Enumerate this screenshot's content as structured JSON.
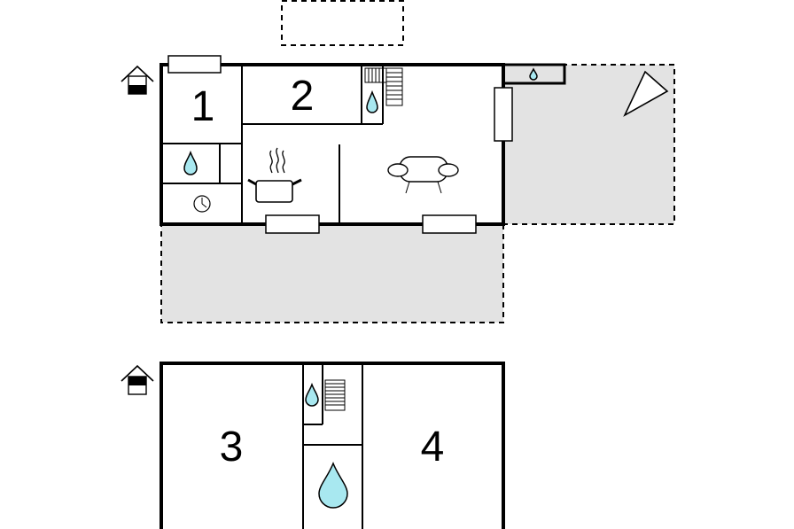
{
  "rooms": {
    "room_1": "1",
    "room_2": "2",
    "room_3": "3",
    "room_4": "4"
  },
  "icons": {
    "floor_marker": "house-floor-icon",
    "water": "water-drop-icon",
    "clock": "clock-icon",
    "stove": "cooking-pot-icon",
    "sofa": "sofa-icon",
    "stairs": "stairs-icon",
    "terrace": "terrace-icon"
  },
  "colors": {
    "terrace_fill": "#e3e3e3",
    "water_fill": "#a8e8f0",
    "wall": "#000000"
  }
}
